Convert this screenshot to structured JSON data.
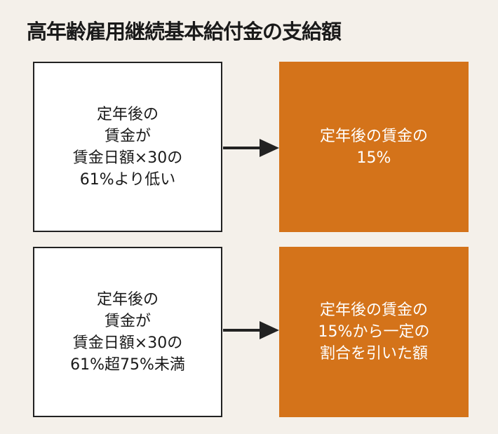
{
  "title": "高年齢雇用継続基本給付金の支給額",
  "rows": [
    {
      "condition": [
        "定年後の",
        "賃金が",
        "賃金日額×30の",
        "61%より低い"
      ],
      "result": [
        "定年後の賃金の",
        "15%"
      ]
    },
    {
      "condition": [
        "定年後の",
        "賃金が",
        "賃金日額×30の",
        "61%超75%未満"
      ],
      "result": [
        "定年後の賃金の",
        "15%から一定の",
        "割合を引いた額"
      ]
    }
  ],
  "colors": {
    "accent": "#d4731a",
    "background": "#f4f0ea"
  }
}
